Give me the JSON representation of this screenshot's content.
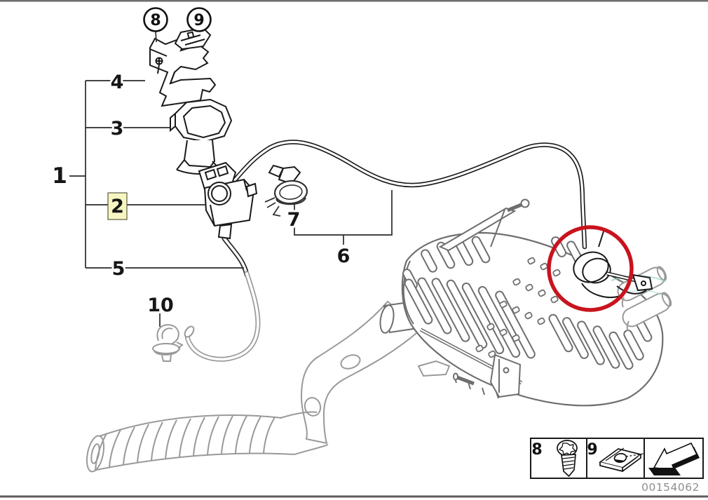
{
  "diagram": {
    "title_hint": "exhaust-flap-vacuum-control-parts-diagram",
    "callouts": {
      "n1": "1",
      "n2": "2",
      "n3": "3",
      "n4": "4",
      "n5": "5",
      "n6": "6",
      "n7": "7",
      "n10": "10"
    },
    "balloons": {
      "n8": "8",
      "n9": "9"
    },
    "legend": {
      "n8": "8",
      "n9": "9",
      "icons": [
        "torx-screw-icon",
        "speed-nut-icon",
        "direction-arrow-icon"
      ]
    },
    "part_number": "00154062",
    "colors": {
      "red_circle": "#c8141e",
      "label2_bg": "#f6f6c2",
      "label2_border": "#5a5a40",
      "label2_text": "#d0d000",
      "ink": "#1a1a1a",
      "gray_line": "#999999",
      "part_number_text": "#8f8f8f"
    }
  }
}
